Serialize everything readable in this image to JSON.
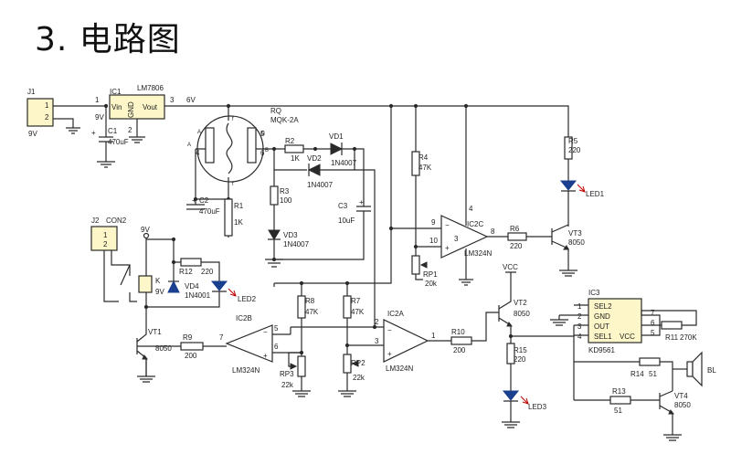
{
  "heading": "3. 电路图",
  "connectors": {
    "j1": {
      "ref": "J1",
      "voltage": "9V",
      "pin1": "1",
      "pin2": "2"
    },
    "j2": {
      "ref": "J2",
      "name": "CON2",
      "pin1": "1",
      "pin2": "2"
    }
  },
  "regulator": {
    "ref": "IC1",
    "part": "LM7806",
    "vin": "Vin",
    "gnd": "GND",
    "vout": "Vout",
    "pin1": "1",
    "pin2": "2",
    "pin3": "3",
    "out_voltage": "6V",
    "in_voltage": "9V"
  },
  "capacitors": {
    "c1": {
      "ref": "C1",
      "value": "470uF"
    },
    "c2": {
      "ref": "C2",
      "value": "470uF"
    },
    "c3": {
      "ref": "C3",
      "value": "10uF"
    }
  },
  "sensor": {
    "ref": "RQ",
    "part": "MQK-2A",
    "pin_a": "A",
    "pin_a2": "A",
    "pin_b": "B",
    "pin_b2": "B",
    "pin_f": "f",
    "pin_f2": "f",
    "n4": "4",
    "n5": "5",
    "n6": "6"
  },
  "resistors": {
    "r1": {
      "ref": "R1",
      "value": "1K"
    },
    "r2": {
      "ref": "R2",
      "value": "1K"
    },
    "r3": {
      "ref": "R3",
      "value": "100"
    },
    "r4": {
      "ref": "R4",
      "value": "47K"
    },
    "r5": {
      "ref": "R5",
      "value": "220"
    },
    "r6": {
      "ref": "R6",
      "value": "220"
    },
    "r7": {
      "ref": "R7",
      "value": "47K"
    },
    "r8": {
      "ref": "R8",
      "value": "47K"
    },
    "r9": {
      "ref": "R9",
      "value": "200"
    },
    "r10": {
      "ref": "R10",
      "value": "200"
    },
    "r11": {
      "ref": "R11",
      "value": "270K"
    },
    "r12": {
      "ref": "R12",
      "value": "220"
    },
    "r13": {
      "ref": "R13",
      "value": "51"
    },
    "r14": {
      "ref": "R14",
      "value": "51"
    },
    "r15": {
      "ref": "R15",
      "value": "220"
    }
  },
  "pots": {
    "rp1": {
      "ref": "RP1",
      "value": "20k"
    },
    "rp2": {
      "ref": "RP2",
      "value": "22k"
    },
    "rp3": {
      "ref": "RP3",
      "value": "22k"
    }
  },
  "diodes": {
    "vd1": {
      "ref": "VD1",
      "part": "1N4007"
    },
    "vd2": {
      "ref": "VD2",
      "part": "1N4007"
    },
    "vd3": {
      "ref": "VD3",
      "part": "1N4007"
    },
    "vd4": {
      "ref": "VD4",
      "part": "1N4001"
    }
  },
  "leds": {
    "led1": "LED1",
    "led2": "LED2",
    "led3": "LED3"
  },
  "transistors": {
    "vt1": {
      "ref": "VT1",
      "part": "8050"
    },
    "vt2": {
      "ref": "VT2",
      "part": "8050"
    },
    "vt3": {
      "ref": "VT3",
      "part": "8050"
    },
    "vt4": {
      "ref": "VT4",
      "part": "8050"
    }
  },
  "opamps": {
    "ic2a": {
      "ref": "IC2A",
      "part": "LM324N",
      "in_minus": "2",
      "in_plus": "3",
      "out": "1"
    },
    "ic2b": {
      "ref": "IC2B",
      "part": "LM324N",
      "in_minus": "5",
      "in_plus": "6",
      "out": "7"
    },
    "ic2c": {
      "ref": "IC2C",
      "part": "LM324N",
      "in_minus": "9",
      "in_plus": "10",
      "out": "8",
      "vplus": "4",
      "vminus": "3"
    }
  },
  "relay": {
    "ref": "K",
    "voltage": "9V",
    "supply": "9V"
  },
  "ic3": {
    "ref": "IC3",
    "part": "KD9561",
    "pins": [
      "SEL2",
      "GND",
      "OUT",
      "SEL1"
    ],
    "pin_numbers": [
      "1",
      "2",
      "3",
      "4"
    ],
    "right_pins": [
      "7",
      "6",
      "5"
    ],
    "vcc": "VCC"
  },
  "speaker": "BL",
  "vcc_label": "VCC"
}
